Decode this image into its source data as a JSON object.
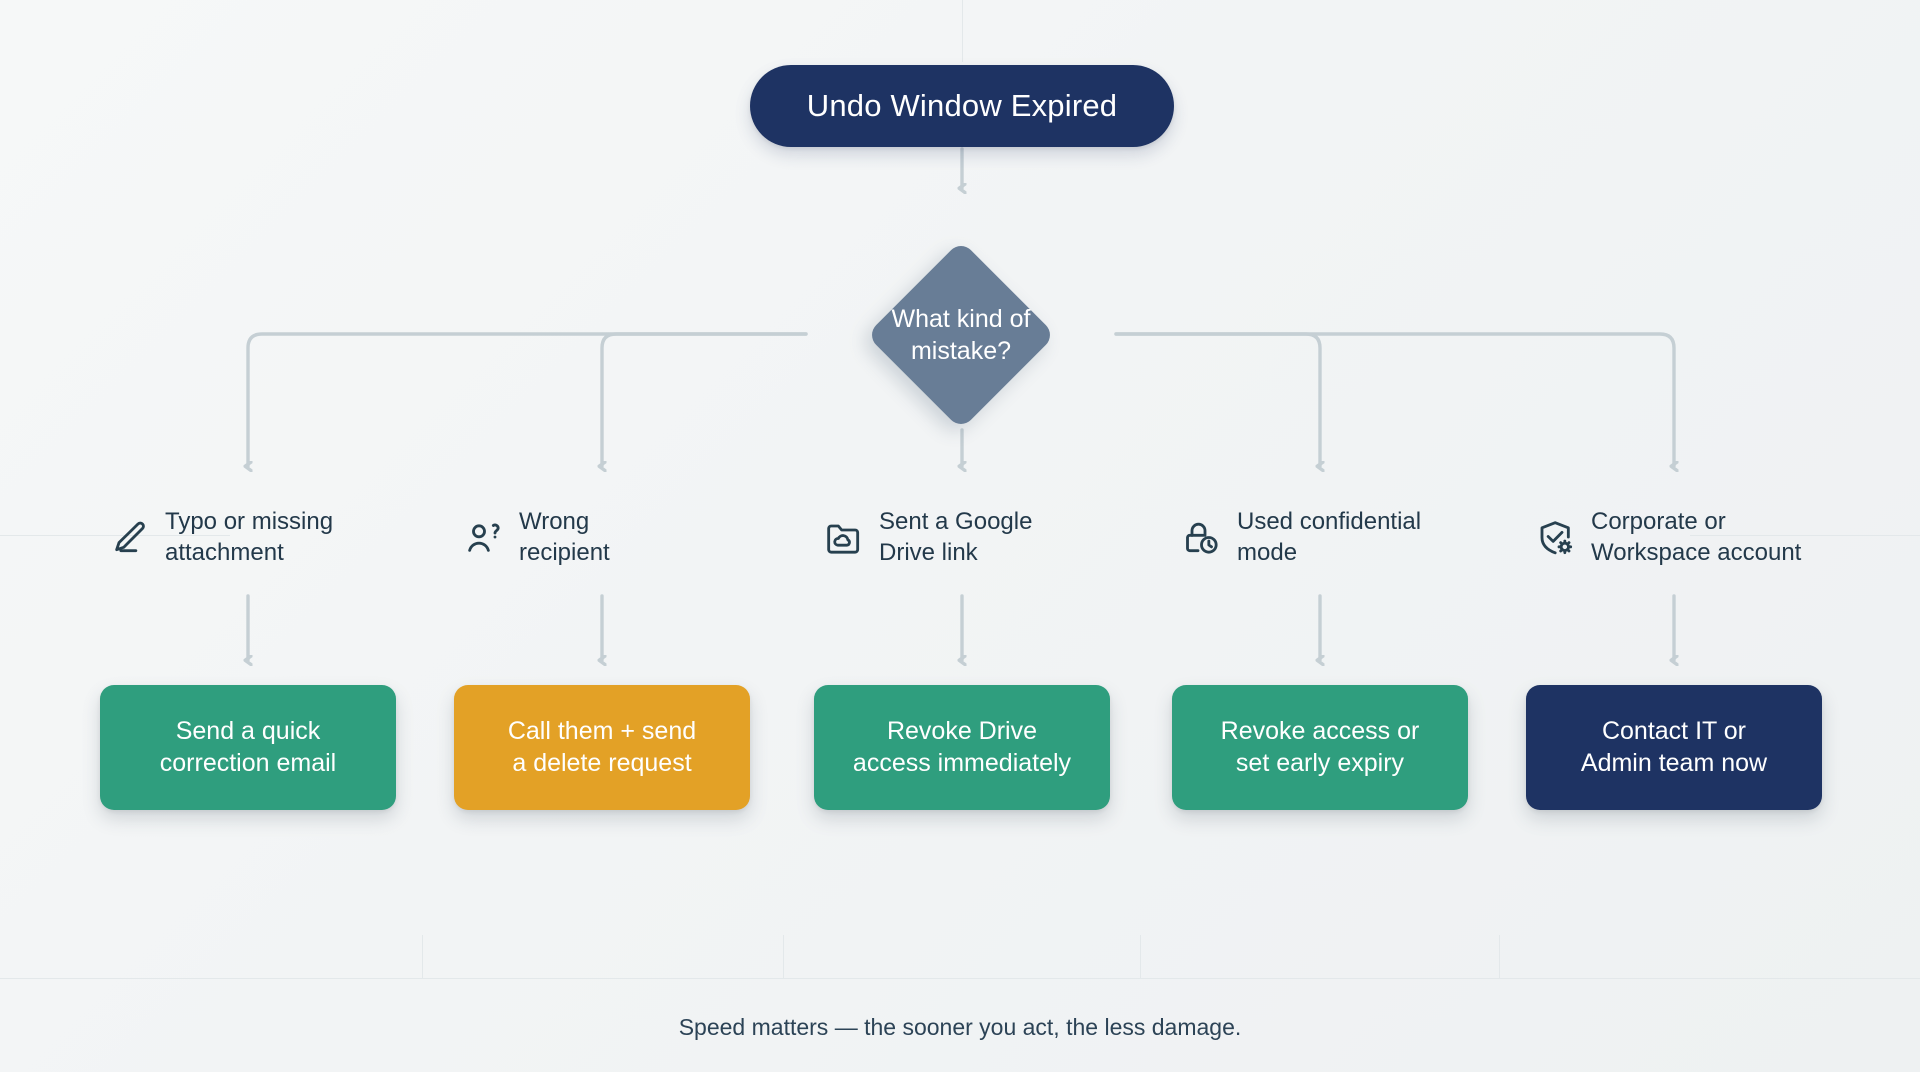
{
  "diagram": {
    "title_node": {
      "label": "Undo Window Expired",
      "color": "#1e3363"
    },
    "decision_node": {
      "label": "What kind of\nmistake?",
      "color": "#687d96"
    },
    "footer_caption": "Speed matters — the sooner you act, the less damage.",
    "connector_color": "#c5cfd4",
    "branches": [
      {
        "icon": "pencil-edit-icon",
        "label": "Typo or missing\nattachment",
        "outcome": "Send a quick\ncorrection email",
        "outcome_color": "#2f9e7e"
      },
      {
        "icon": "person-question-icon",
        "label": "Wrong\nrecipient",
        "outcome": "Call them + send\na delete request",
        "outcome_color": "#e3a126"
      },
      {
        "icon": "folder-cloud-icon",
        "label": "Sent a Google\nDrive link",
        "outcome": "Revoke Drive\naccess immediately",
        "outcome_color": "#2f9e7e"
      },
      {
        "icon": "lock-clock-icon",
        "label": "Used confidential\nmode",
        "outcome": "Revoke access or\nset early expiry",
        "outcome_color": "#2f9e7e"
      },
      {
        "icon": "shield-check-gear-icon",
        "label": "Corporate or\nWorkspace account",
        "outcome": "Contact IT or\nAdmin team now",
        "outcome_color": "#1e3363"
      }
    ]
  }
}
